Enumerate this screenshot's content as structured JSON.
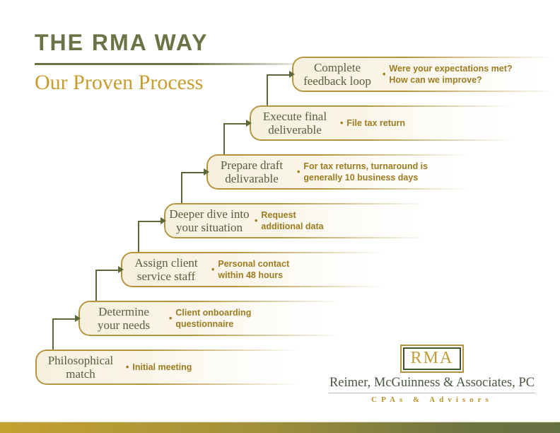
{
  "header": {
    "title": "THE RMA WAY",
    "subtitle": "Our Proven Process"
  },
  "bullet_char": "•",
  "steps": [
    {
      "title": "Complete\nfeedback loop",
      "bullet": "Were your expectations met?\nHow can we improve?"
    },
    {
      "title": "Execute final\ndeliverable",
      "bullet": "File tax return"
    },
    {
      "title": "Prepare draft\ndelivarable",
      "bullet": "For tax returns, turnaround is\ngenerally 10 business days"
    },
    {
      "title": "Deeper dive into\nyour situation",
      "bullet": "Request\nadditional data"
    },
    {
      "title": "Assign client\nservice staff",
      "bullet": "Personal contact\nwithin 48 hours"
    },
    {
      "title": "Determine\nyour needs",
      "bullet": "Client onboarding\nquestionnaire"
    },
    {
      "title": "Philosophical\nmatch",
      "bullet": "Initial meeting"
    }
  ],
  "logo": {
    "monogram": "RMA",
    "company": "Reimer, McGuinness & Associates, PC",
    "tagline": "CPAs  &  Advisors"
  },
  "colors": {
    "title_olive": "#6b7245",
    "subtitle_gold": "#c79d2e",
    "box_border_gold": "#b6943e",
    "box_fill_cream": "#f6f0de",
    "step_title_olive": "#57613d",
    "bullet_gold": "#9c7b20",
    "arrow_olive": "#5d6738",
    "bar_gradient_left": "#c4a130",
    "bar_gradient_right": "#657040"
  }
}
